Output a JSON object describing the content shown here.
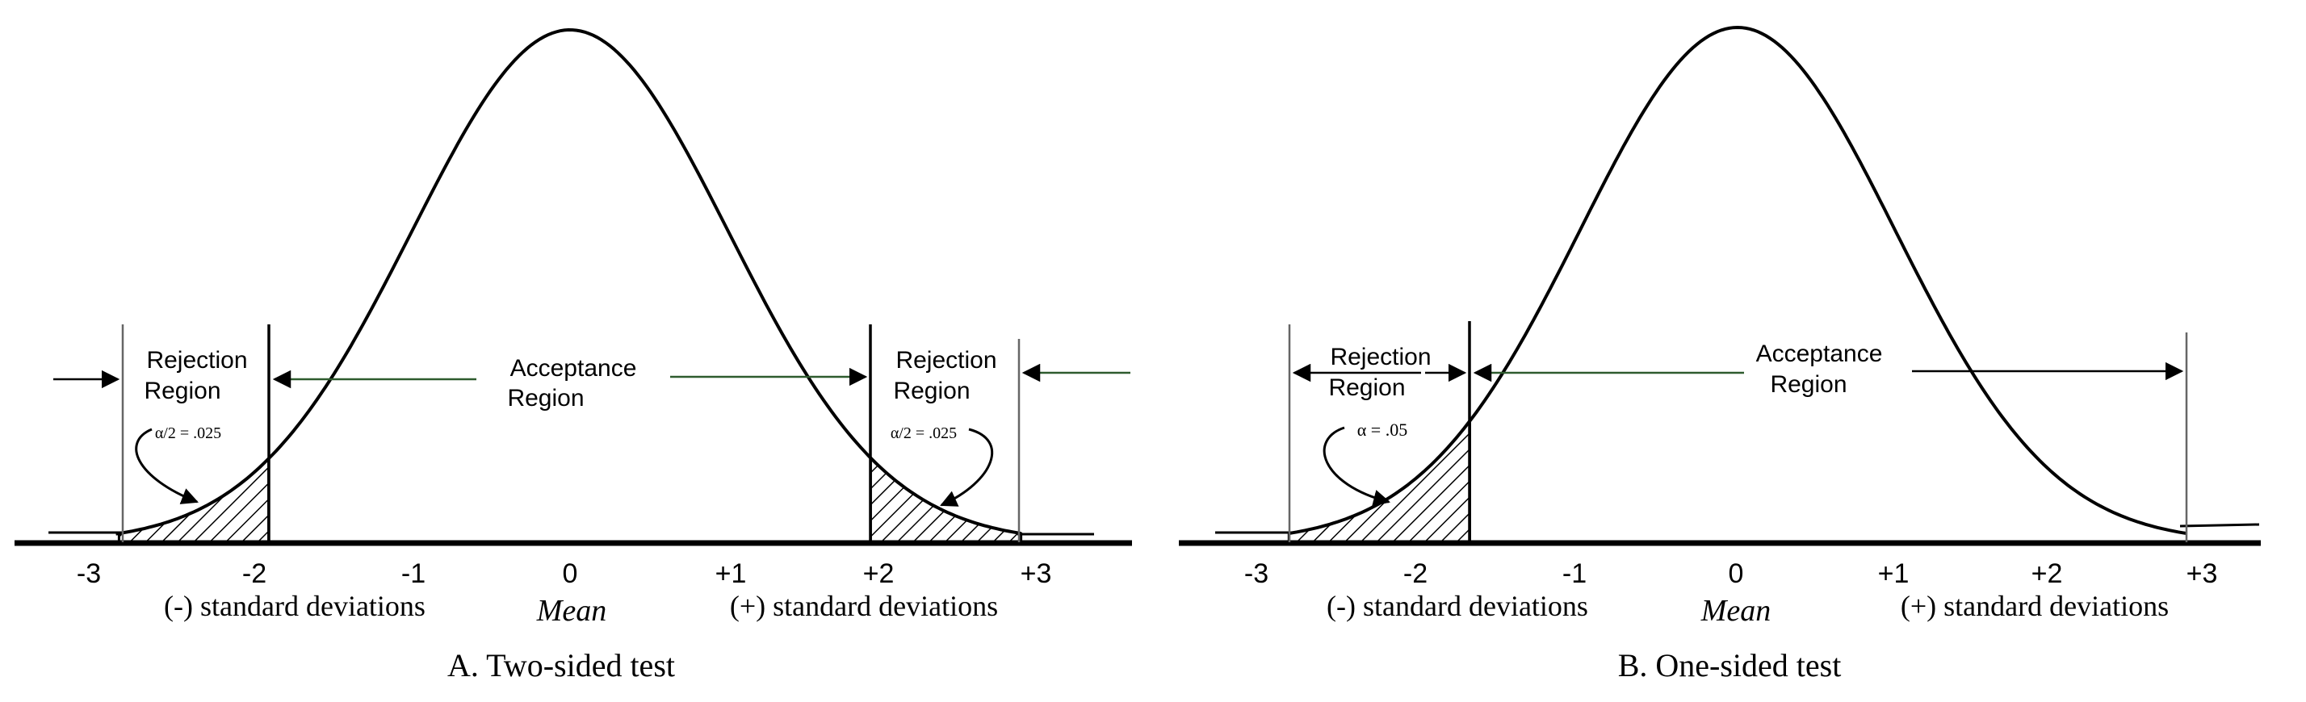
{
  "panels": [
    {
      "id": "A",
      "caption": "A. Two-sided test",
      "x_ticks": [
        "-3",
        "-2",
        "-1",
        "0",
        "+1",
        "+2",
        "+3"
      ],
      "mean_label": "Mean",
      "neg_label": "(-) standard deviations",
      "pos_label": "(+) standard deviations",
      "acceptance_label": [
        "Acceptance",
        "Region"
      ],
      "rejection_regions": [
        {
          "label": [
            "Rejection",
            "Region"
          ],
          "alpha_label": "α/2 = .025",
          "side": "left"
        },
        {
          "label": [
            "Rejection",
            "Region"
          ],
          "alpha_label": "α/2 = .025",
          "side": "right"
        }
      ]
    },
    {
      "id": "B",
      "caption": "B. One-sided test",
      "x_ticks": [
        "-3",
        "-2",
        "-1",
        "0",
        "+1",
        "+2",
        "+3"
      ],
      "mean_label": "Mean",
      "neg_label": "(-) standard deviations",
      "pos_label": "(+) standard deviations",
      "acceptance_label": [
        "Acceptance",
        "Region"
      ],
      "rejection_regions": [
        {
          "label": [
            "Rejection",
            "Region"
          ],
          "alpha_label": "α = .05",
          "side": "left"
        }
      ]
    }
  ]
}
